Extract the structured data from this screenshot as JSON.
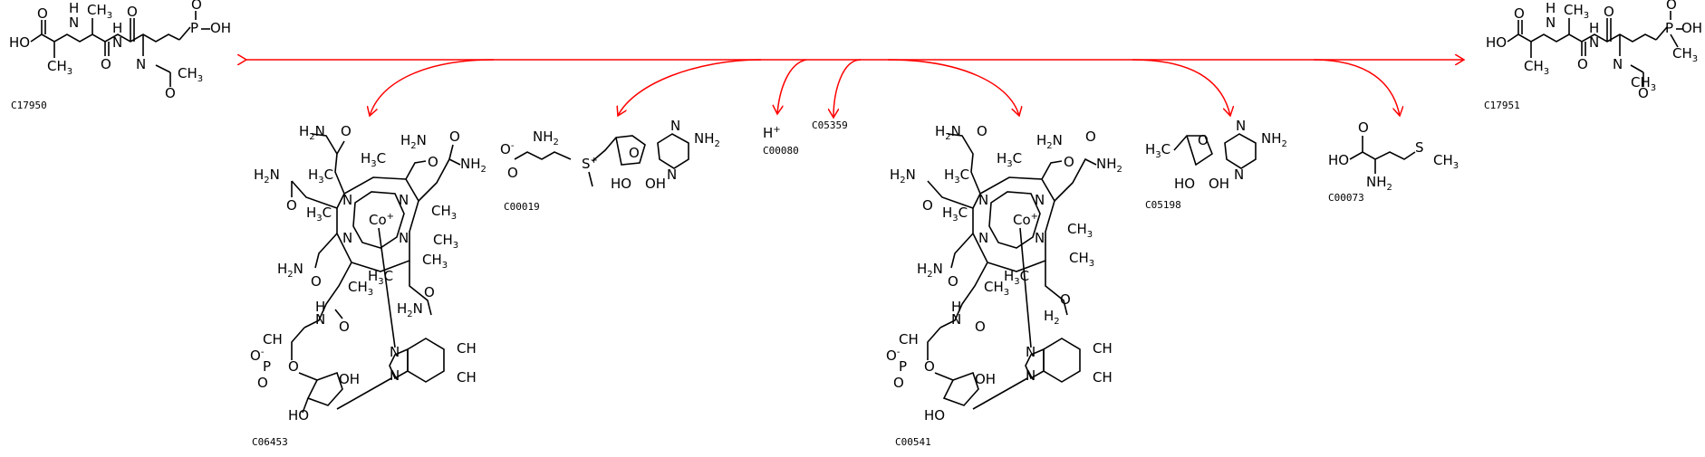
{
  "reaction": {
    "color": "#ff0000",
    "substrate": {
      "id": "C17950",
      "pos": "left"
    },
    "product": {
      "id": "C17951",
      "pos": "right"
    },
    "side_compounds": [
      {
        "id": "C06453",
        "label": "C06453"
      },
      {
        "id": "C00019",
        "label": "C00019"
      },
      {
        "id": "C00080",
        "label": "C00080"
      },
      {
        "id": "C05359",
        "label": "C05359"
      },
      {
        "id": "C00541",
        "label": "C00541"
      },
      {
        "id": "C05198",
        "label": "C05198"
      },
      {
        "id": "C00073",
        "label": "C00073"
      }
    ]
  },
  "labels": {
    "c17950": "C17950",
    "c17951": "C17951",
    "c06453": "C06453",
    "c00019": "C00019",
    "c00080": "C00080",
    "c05359": "C05359",
    "c00541": "C00541",
    "c05198": "C05198",
    "c00073": "C00073",
    "h_plus": "H",
    "h_plus_charge": "+"
  },
  "atoms": {
    "ho": "HO",
    "oh": "OH",
    "o": "O",
    "n": "N",
    "nh": "N",
    "h": "H",
    "p": "P",
    "s": "S",
    "co": "Co",
    "nh2": "NH",
    "h2n": "H",
    "ch3": "CH",
    "h3c": "H",
    "three": "3",
    "two": "2",
    "plus": "+",
    "minus": "-"
  }
}
